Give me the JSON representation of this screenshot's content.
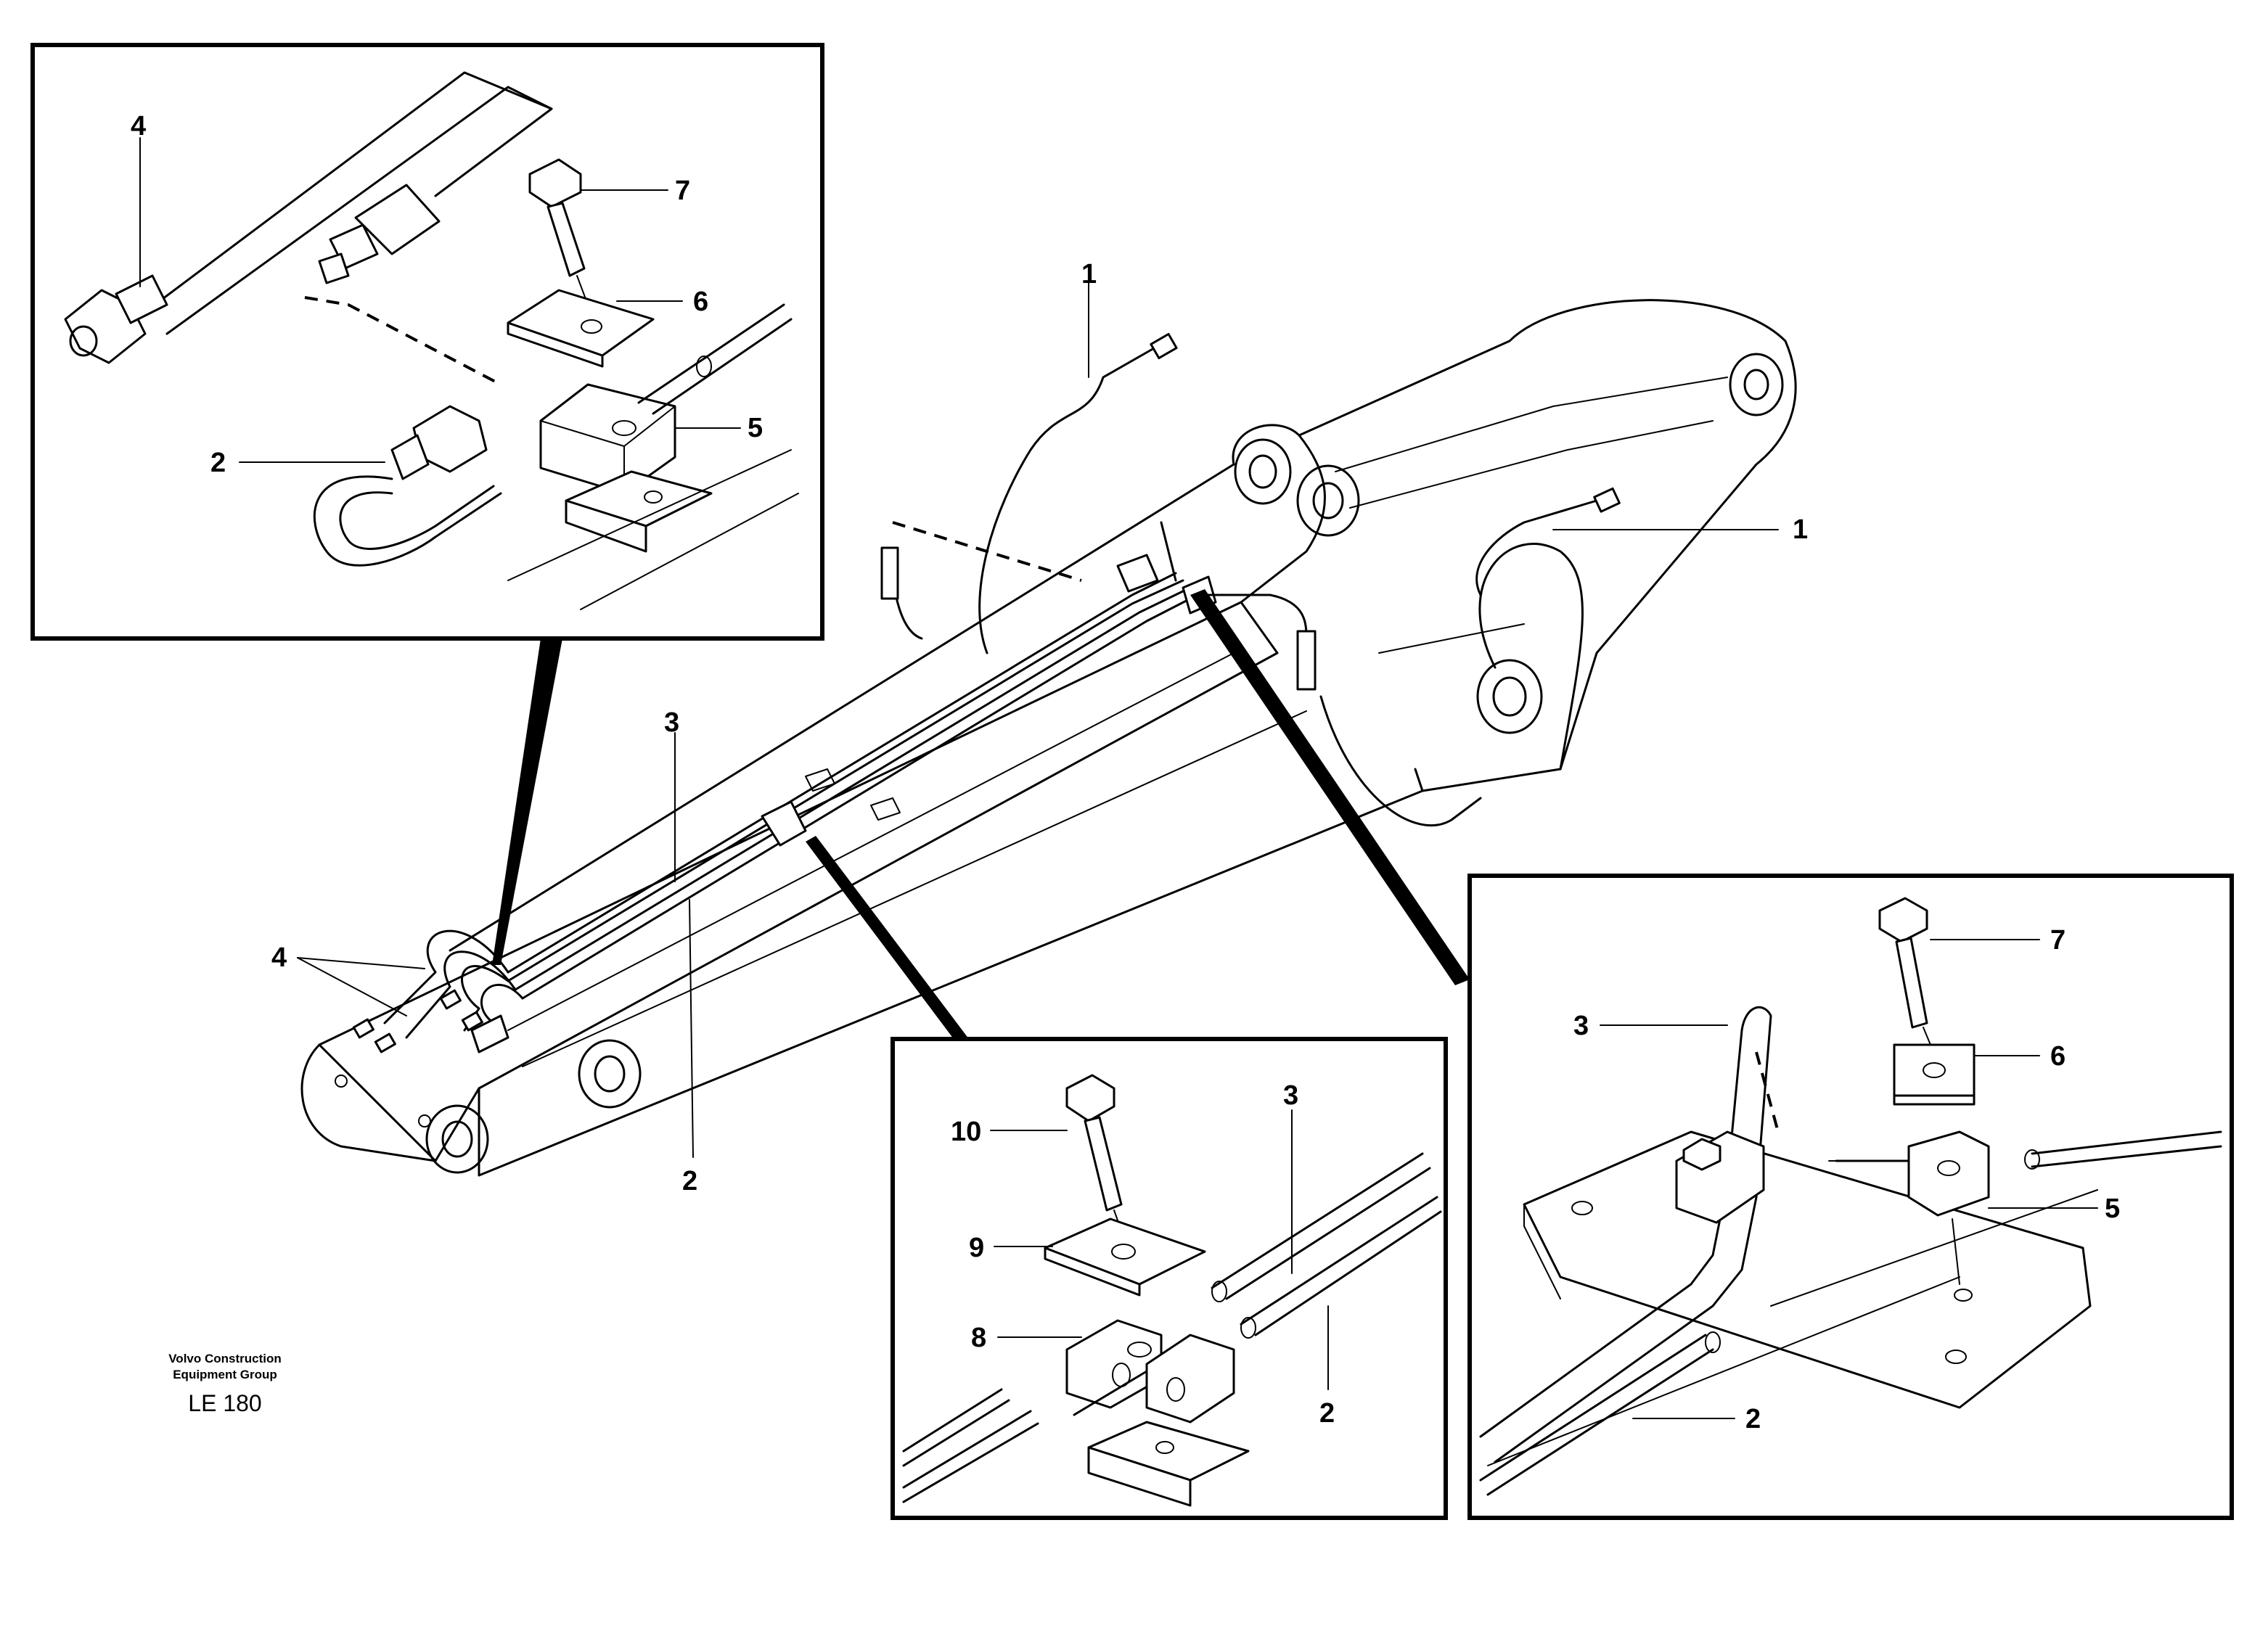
{
  "footer": {
    "maker_line1": "Volvo Construction",
    "maker_line2": "Equipment Group",
    "drawing_code": "LE 180"
  },
  "main_view": {
    "callouts": [
      "1",
      "1",
      "3",
      "2",
      "4"
    ]
  },
  "detail_top_left": {
    "callouts": [
      "4",
      "7",
      "6",
      "5",
      "2"
    ]
  },
  "detail_bottom_center": {
    "callouts": [
      "10",
      "9",
      "8",
      "3",
      "2"
    ]
  },
  "detail_bottom_right": {
    "callouts": [
      "7",
      "6",
      "3",
      "5",
      "2"
    ]
  }
}
